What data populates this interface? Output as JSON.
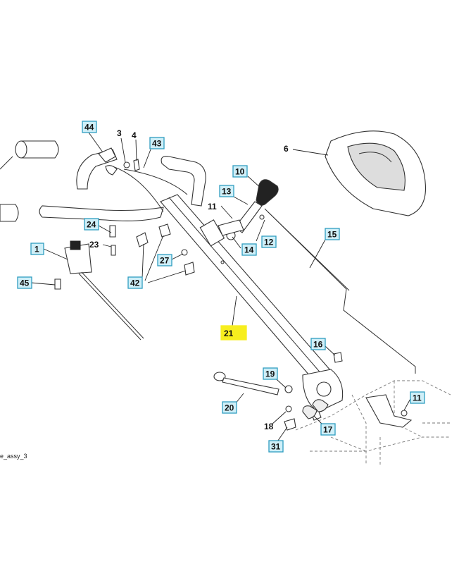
{
  "caption": "e_assy_3",
  "callouts": {
    "c44": "44",
    "c3": "3",
    "c4": "4",
    "c43": "43",
    "c6": "6",
    "c10": "10",
    "c13": "13",
    "c11a": "11",
    "c24": "24",
    "c1": "1",
    "c23": "23",
    "c14": "14",
    "c12": "12",
    "c15": "15",
    "c27": "27",
    "c45": "45",
    "c42": "42",
    "c21": "21",
    "c16": "16",
    "c19": "19",
    "c20": "20",
    "c11b": "11",
    "c18": "18",
    "c17": "17",
    "c31": "31"
  }
}
